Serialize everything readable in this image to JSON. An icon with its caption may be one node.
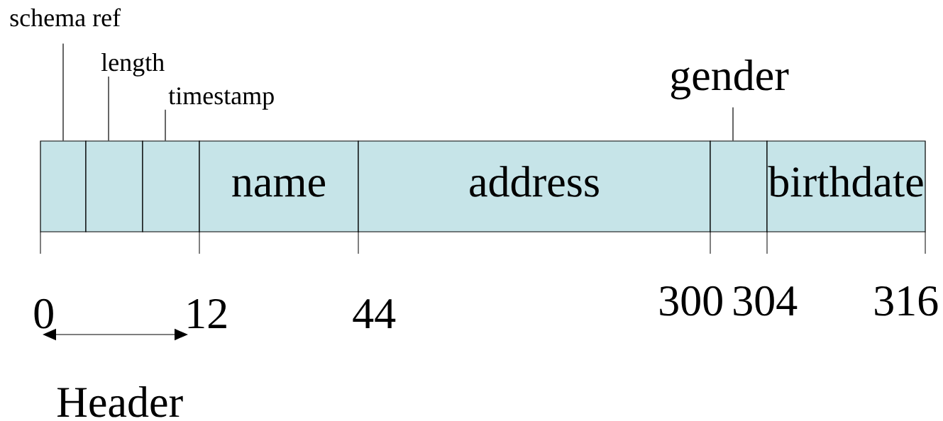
{
  "diagram": {
    "nodes": [
      {
        "text": [
          "schema ref"
        ]
      },
      {
        "text": [
          "length"
        ]
      },
      {
        "text": [
          "timestamp"
        ]
      },
      {
        "text": [
          "gender"
        ]
      },
      {
        "text": [],
        "shape": "box"
      },
      {
        "text": [],
        "shape": "box"
      },
      {
        "text": [],
        "shape": "box"
      },
      {
        "text": [
          "name"
        ]
      },
      {
        "text": [
          "address"
        ]
      },
      {
        "text": [],
        "shape": "box"
      },
      {
        "text": [
          "birthdate"
        ]
      }
    ],
    "edges": [
      {
        "from": 0,
        "to": 4,
        "arrow": "none"
      },
      {
        "from": 1,
        "to": 5,
        "arrow": "none"
      },
      {
        "from": 2,
        "to": 6,
        "arrow": "none"
      },
      {
        "from": 3,
        "to": 9,
        "arrow": "none"
      }
    ],
    "labels": [
      "0",
      "12",
      "44",
      "300",
      "304",
      "316",
      "Header"
    ]
  }
}
